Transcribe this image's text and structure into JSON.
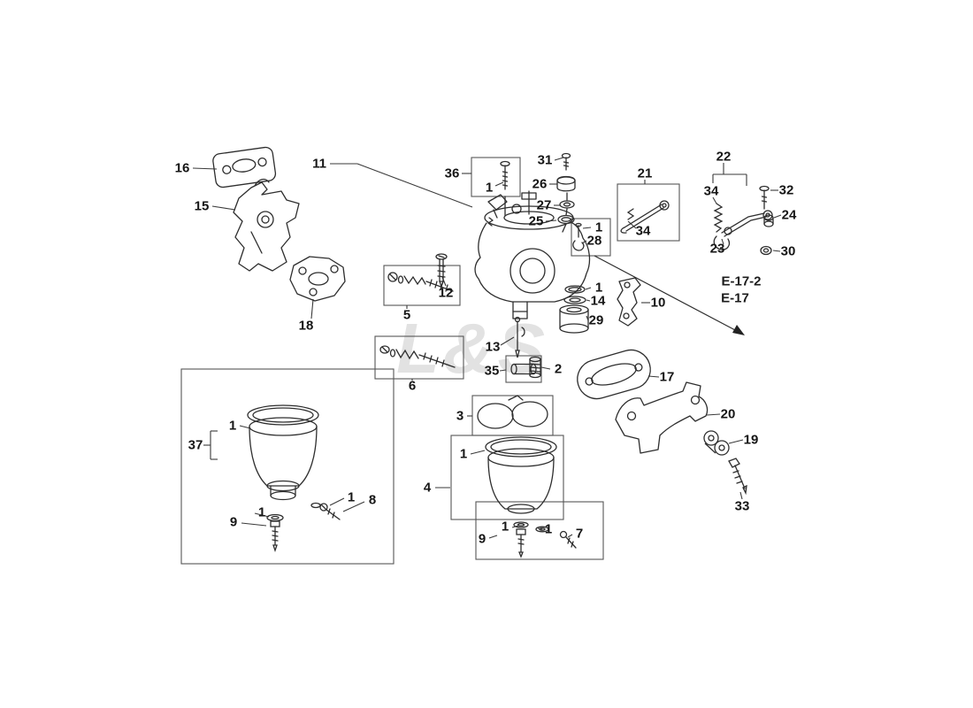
{
  "watermark": "L&S",
  "references": {
    "e17_2": "E-17-2",
    "e17": "E-17"
  },
  "callouts": [
    {
      "part": "16"
    },
    {
      "part": "15"
    },
    {
      "part": "11"
    },
    {
      "part": "18"
    },
    {
      "part": "36"
    },
    {
      "part": "1"
    },
    {
      "part": "31"
    },
    {
      "part": "26"
    },
    {
      "part": "27"
    },
    {
      "part": "25"
    },
    {
      "part": "1"
    },
    {
      "part": "28"
    },
    {
      "part": "21"
    },
    {
      "part": "34"
    },
    {
      "part": "22"
    },
    {
      "part": "34"
    },
    {
      "part": "32"
    },
    {
      "part": "24"
    },
    {
      "part": "23"
    },
    {
      "part": "30"
    },
    {
      "part": "12"
    },
    {
      "part": "5"
    },
    {
      "part": "1"
    },
    {
      "part": "14"
    },
    {
      "part": "29"
    },
    {
      "part": "10"
    },
    {
      "part": "13"
    },
    {
      "part": "6"
    },
    {
      "part": "35"
    },
    {
      "part": "2"
    },
    {
      "part": "17"
    },
    {
      "part": "3"
    },
    {
      "part": "20"
    },
    {
      "part": "19"
    },
    {
      "part": "33"
    },
    {
      "part": "37"
    },
    {
      "part": "1"
    },
    {
      "part": "1"
    },
    {
      "part": "8"
    },
    {
      "part": "1"
    },
    {
      "part": "9"
    },
    {
      "part": "4"
    },
    {
      "part": "1"
    },
    {
      "part": "9"
    },
    {
      "part": "1"
    },
    {
      "part": "1"
    },
    {
      "part": "7"
    }
  ]
}
